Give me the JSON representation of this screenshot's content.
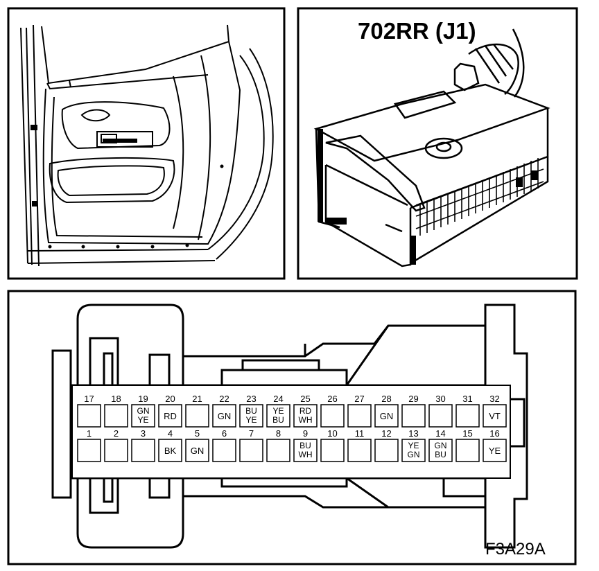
{
  "connector_name": "702RR (J1)",
  "figure_code": "F3A29A",
  "pins_top": [
    {
      "num": "17",
      "color": ""
    },
    {
      "num": "18",
      "color": ""
    },
    {
      "num": "19",
      "color": "GN\nYE"
    },
    {
      "num": "20",
      "color": "RD"
    },
    {
      "num": "21",
      "color": ""
    },
    {
      "num": "22",
      "color": "GN"
    },
    {
      "num": "23",
      "color": "BU\nYE"
    },
    {
      "num": "24",
      "color": "YE\nBU"
    },
    {
      "num": "25",
      "color": "RD\nWH"
    },
    {
      "num": "26",
      "color": ""
    },
    {
      "num": "27",
      "color": ""
    },
    {
      "num": "28",
      "color": "GN"
    },
    {
      "num": "29",
      "color": ""
    },
    {
      "num": "30",
      "color": ""
    },
    {
      "num": "31",
      "color": ""
    },
    {
      "num": "32",
      "color": "VT"
    }
  ],
  "pins_bottom": [
    {
      "num": "1",
      "color": ""
    },
    {
      "num": "2",
      "color": ""
    },
    {
      "num": "3",
      "color": ""
    },
    {
      "num": "4",
      "color": "BK"
    },
    {
      "num": "5",
      "color": "GN"
    },
    {
      "num": "6",
      "color": ""
    },
    {
      "num": "7",
      "color": ""
    },
    {
      "num": "8",
      "color": ""
    },
    {
      "num": "9",
      "color": "BU\nWH"
    },
    {
      "num": "10",
      "color": ""
    },
    {
      "num": "11",
      "color": ""
    },
    {
      "num": "12",
      "color": ""
    },
    {
      "num": "13",
      "color": "YE\nGN"
    },
    {
      "num": "14",
      "color": "GN\nBU"
    },
    {
      "num": "15",
      "color": ""
    },
    {
      "num": "16",
      "color": "YE"
    }
  ]
}
